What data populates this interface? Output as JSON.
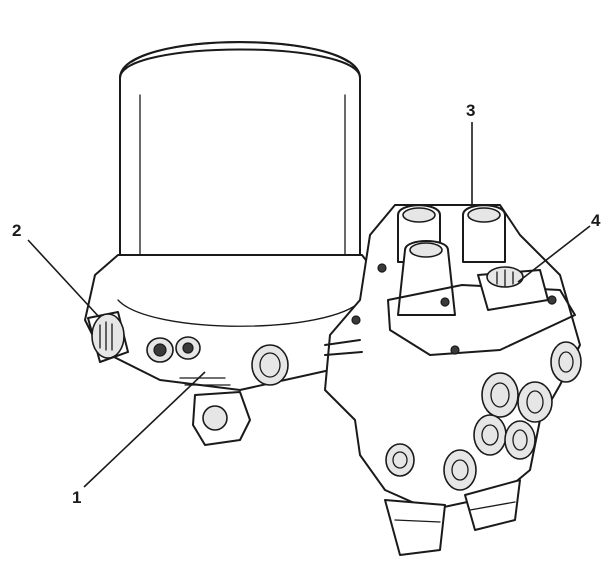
{
  "diagram": {
    "components": [
      {
        "id": "air-dryer-cartridge",
        "icon": "cylinder-cartridge"
      },
      {
        "id": "dryer-housing",
        "icon": "valve-housing"
      },
      {
        "id": "multi-circuit-protection-valve",
        "icon": "valve-block"
      },
      {
        "id": "electrical-connector",
        "icon": "connector"
      }
    ],
    "callouts": [
      {
        "label": "1"
      },
      {
        "label": "2"
      },
      {
        "label": "3"
      },
      {
        "label": "4"
      }
    ]
  }
}
